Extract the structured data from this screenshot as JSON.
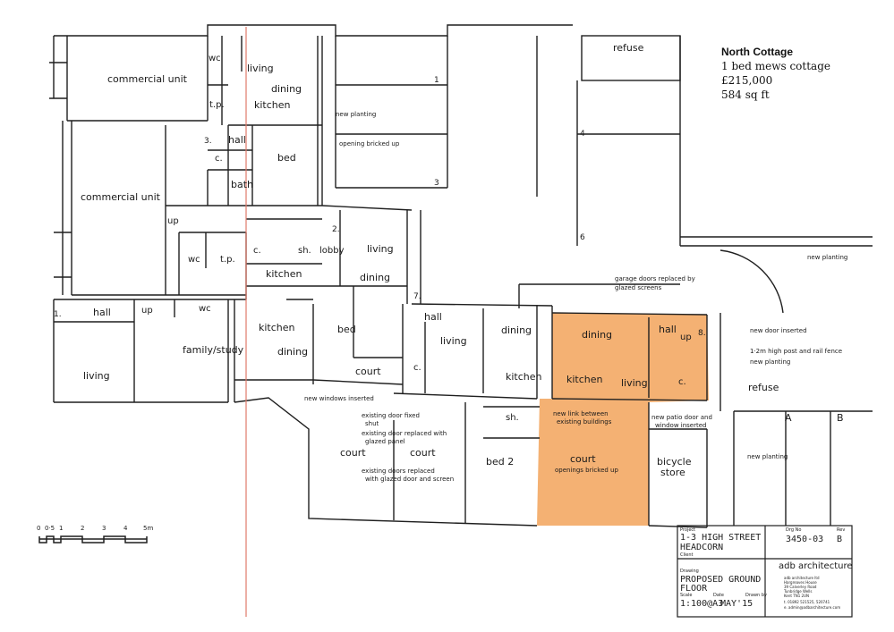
{
  "property": {
    "name": "North Cottage",
    "type": "1 bed mews cottage",
    "price": "£215,000",
    "area": "584 sq ft"
  },
  "rooms": {
    "commercial_unit_1": "commercial unit",
    "commercial_unit_2": "commercial unit",
    "wc_1": "wc",
    "tp_1": "t.p.",
    "living_1": "living",
    "dining_1": "dining",
    "kitchen_1": "kitchen",
    "hall_3": "hall",
    "c_1": "c.",
    "bed_1": "bed",
    "bath_1": "bath",
    "up_1": "up",
    "wc_2": "wc",
    "tp_2": "t.p.",
    "c_2": "c.",
    "sh_1": "sh.",
    "lobby": "lobby",
    "kitchen_2": "kitchen",
    "living_2": "living",
    "dining_2": "dining",
    "bed_2": "bed",
    "court_1": "court",
    "hall_1": "hall",
    "up_2": "up",
    "wc_3": "wc",
    "kitchen_3": "kitchen",
    "family_study": "family/study",
    "dining_3": "dining",
    "living_3": "living",
    "hall_7": "hall",
    "c_3": "c.",
    "living_4": "living",
    "dining_4": "dining",
    "kitchen_4": "kitchen",
    "dining_5": "dining",
    "kitchen_5": "kitchen",
    "living_5": "living",
    "hall_8": "hall",
    "up_3": "up",
    "c_4": "c.",
    "sh_2": "sh.",
    "bed2": "bed 2",
    "court_2": "court",
    "court_3": "court",
    "court_4": "court",
    "bicycle": "bicycle",
    "store": "store",
    "refuse_1": "refuse",
    "refuse_2": "refuse"
  },
  "unit_numbers": [
    "1.",
    "2.",
    "3.",
    "7.",
    "8."
  ],
  "parking": [
    "1",
    "3",
    "4",
    "6",
    "A",
    "B"
  ],
  "annotations": {
    "new_planting_1": "new planting",
    "opening_bricked_up_1": "opening bricked up",
    "new_planting_2": "new planting",
    "garage_doors_1": "garage doors replaced by",
    "garage_doors_2": "glazed screens",
    "new_door_inserted": "new door inserted",
    "fence": "1·2m high post and rail fence",
    "new_planting_3": "new planting",
    "new_windows": "new windows inserted",
    "existing_door_fixed_1": "existing door fixed",
    "existing_door_fixed_2": "shut",
    "existing_door_replaced_1": "existing door replaced with",
    "existing_door_replaced_2": "glazed panel",
    "existing_doors_replaced_1": "existing doors replaced",
    "existing_doors_replaced_2": "with glazed door and screen",
    "new_link_1": "new link between",
    "new_link_2": "existing buildings",
    "new_patio_1": "new patio door and",
    "new_patio_2": "window inserted",
    "openings_bricked_up": "openings bricked up",
    "new_planting_4": "new planting"
  },
  "scale_bar": {
    "ticks": [
      "0",
      "0·5",
      "1",
      "2",
      "3",
      "4",
      "5m"
    ]
  },
  "title_block": {
    "project_label": "Project",
    "project_line1": "1-3 HIGH STREET",
    "project_line2": "HEADCORN",
    "client_label": "Client",
    "drg_no_label": "Drg No",
    "drg_no": "3450-03",
    "rev_label": "Rev",
    "rev": "B",
    "drawing_label": "Drawing",
    "drawing_line1": "PROPOSED GROUND",
    "drawing_line2": "FLOOR",
    "scale_label": "Scale",
    "scale": "1:100@A3",
    "date_label": "Date",
    "date": "MAY'15",
    "drawn_label": "Drawn by",
    "logo": "adb architecture",
    "address_1": "adb architecture ltd",
    "address_2": "Hargreaves House",
    "address_3": "39 Calverley Road",
    "address_4": "Tunbridge Wells",
    "address_5": "Kent TN1 2UN",
    "address_6": "t. 01892 521525, 520741",
    "address_7": "e. admin@adbarchitecture.com"
  },
  "colors": {
    "highlight": "#f2a35a",
    "line": "#1f1f1f",
    "red_line": "#d9534f"
  }
}
